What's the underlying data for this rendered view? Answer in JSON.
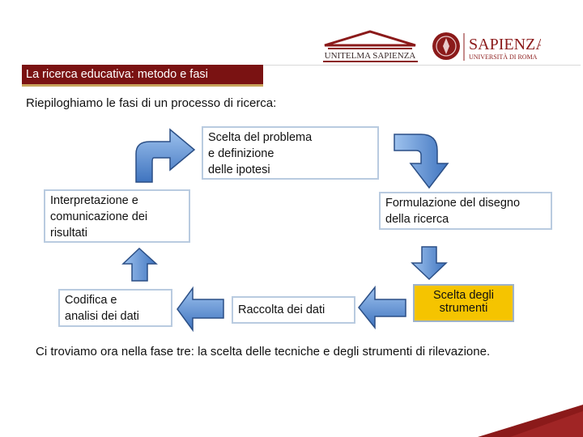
{
  "header": {
    "logo_left_text": "UNITELMA SAPIENZA",
    "logo_right_name": "SAPIENZA",
    "logo_right_sub": "UNIVERSITÀ DI ROMA"
  },
  "slide": {
    "title": "La ricerca educativa: metodo e fasi",
    "intro": "Riepiloghiamo le fasi di un processo di ricerca:",
    "outro": "Ci troviamo ora nella fase tre: la scelta delle tecniche e degli strumenti di rilevazione."
  },
  "cycle": {
    "step1": [
      "Scelta del problema",
      "e definizione",
      "delle ipotesi"
    ],
    "step2": [
      "Formulazione del disegno",
      "della ricerca"
    ],
    "step3": [
      "Scelta degli",
      "strumenti"
    ],
    "step4": [
      "Raccolta dei dati"
    ],
    "step5": [
      "Codifica e",
      "analisi dei dati"
    ],
    "step6": [
      "Interpretazione e",
      "comunicazione dei",
      "risultati"
    ]
  },
  "colors": {
    "title_bg": "#7a1212",
    "highlight": "#f5c400",
    "arrow_fill": "#5b8fd0",
    "box_border": "#b9cbe0"
  }
}
